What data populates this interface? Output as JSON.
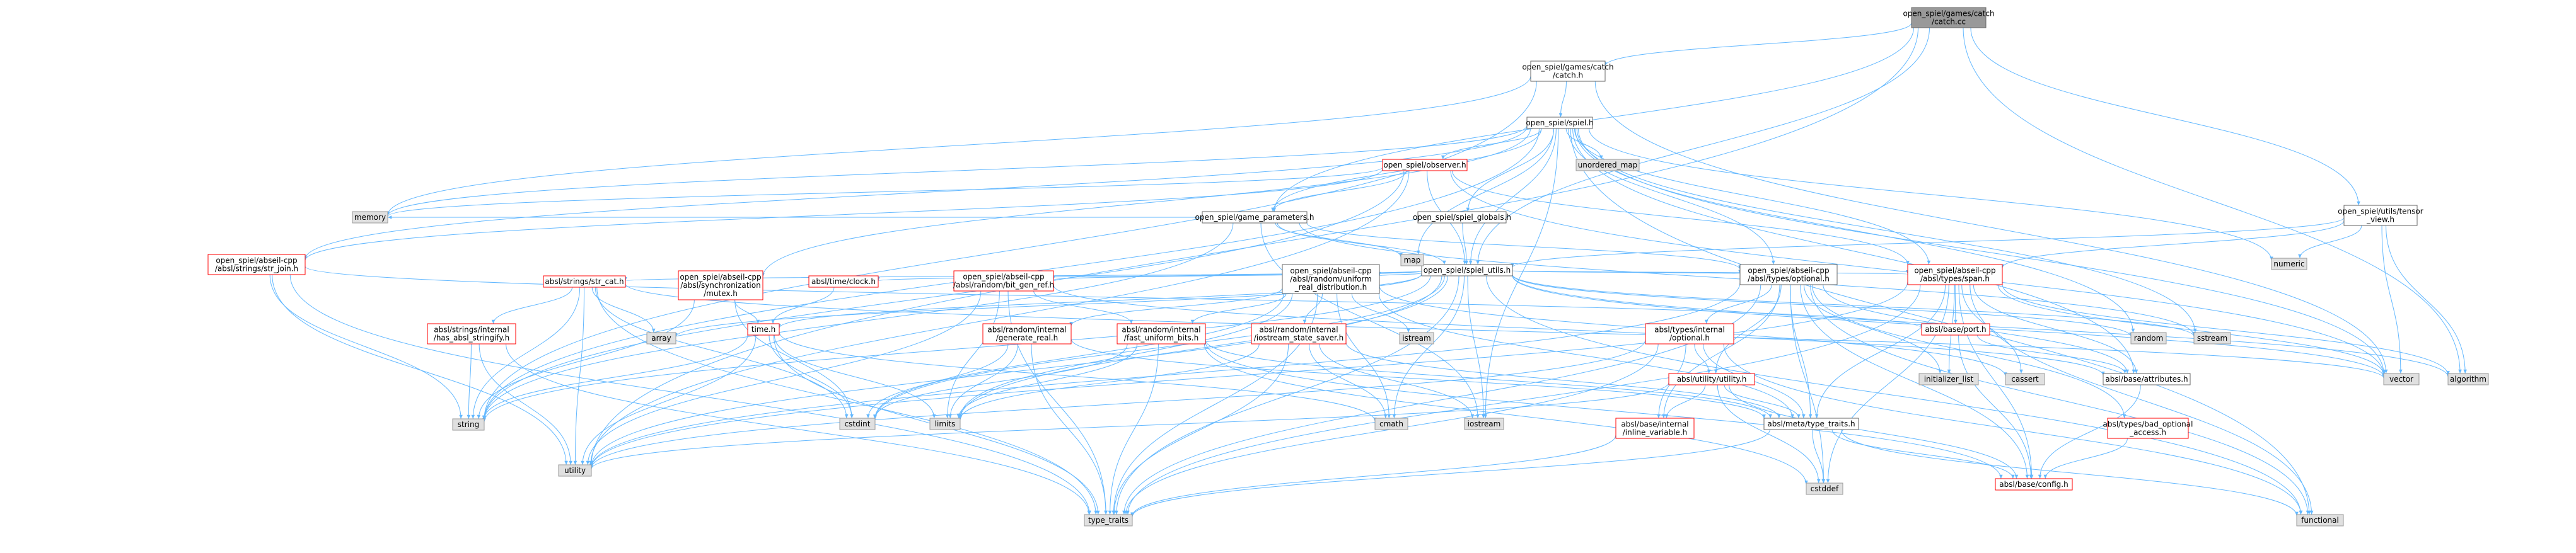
{
  "colors": {
    "edge": "#63b8ff",
    "root_fill": "#999999",
    "root_stroke": "#666666",
    "header_fill": "#ffffff",
    "header_stroke": "#666666",
    "incomplete_stroke": "#ff0000",
    "system_fill": "#e0e0e0",
    "system_stroke": "#999999"
  },
  "nodes": {
    "catch_cc": {
      "lines": [
        "open_spiel/games/catch",
        "/catch.cc"
      ],
      "kind": "root"
    },
    "catch_h": {
      "lines": [
        "open_spiel/games/catch",
        "/catch.h"
      ],
      "kind": "header"
    },
    "spiel_h": {
      "lines": [
        "open_spiel/spiel.h"
      ],
      "kind": "header"
    },
    "observer_h": {
      "lines": [
        "open_spiel/observer.h"
      ],
      "kind": "incomplete"
    },
    "game_parameters_h": {
      "lines": [
        "open_spiel/game_parameters.h"
      ],
      "kind": "header"
    },
    "spiel_globals_h": {
      "lines": [
        "open_spiel/spiel_globals.h"
      ],
      "kind": "header"
    },
    "spiel_utils_h": {
      "lines": [
        "open_spiel/spiel_utils.h"
      ],
      "kind": "header"
    },
    "tensor_view_h": {
      "lines": [
        "open_spiel/utils/tensor",
        "_view.h"
      ],
      "kind": "header"
    },
    "str_join_h": {
      "lines": [
        "open_spiel/abseil-cpp",
        "/absl/strings/str_join.h"
      ],
      "kind": "incomplete"
    },
    "str_cat_h": {
      "lines": [
        "absl/strings/str_cat.h"
      ],
      "kind": "incomplete"
    },
    "mutex_h": {
      "lines": [
        "open_spiel/abseil-cpp",
        "/absl/synchronization",
        "/mutex.h"
      ],
      "kind": "incomplete"
    },
    "clock_h": {
      "lines": [
        "absl/time/clock.h"
      ],
      "kind": "incomplete"
    },
    "bit_gen_ref_h": {
      "lines": [
        "open_spiel/abseil-cpp",
        "/absl/random/bit_gen_ref.h"
      ],
      "kind": "incomplete"
    },
    "uniform_real_h": {
      "lines": [
        "open_spiel/abseil-cpp",
        "/absl/random/uniform",
        "_real_distribution.h"
      ],
      "kind": "header"
    },
    "optional_h": {
      "lines": [
        "open_spiel/abseil-cpp",
        "/absl/types/optional.h"
      ],
      "kind": "header"
    },
    "span_h": {
      "lines": [
        "open_spiel/abseil-cpp",
        "/absl/types/span.h"
      ],
      "kind": "incomplete"
    },
    "has_absl_stringify_h": {
      "lines": [
        "absl/strings/internal",
        "/has_absl_stringify.h"
      ],
      "kind": "incomplete"
    },
    "time_h": {
      "lines": [
        "time.h"
      ],
      "kind": "incomplete"
    },
    "generate_real_h": {
      "lines": [
        "absl/random/internal",
        "/generate_real.h"
      ],
      "kind": "incomplete"
    },
    "fast_uniform_bits_h": {
      "lines": [
        "absl/random/internal",
        "/fast_uniform_bits.h"
      ],
      "kind": "incomplete"
    },
    "iostream_state_saver_h": {
      "lines": [
        "absl/random/internal",
        "/iostream_state_saver.h"
      ],
      "kind": "incomplete"
    },
    "types_internal_optional_h": {
      "lines": [
        "absl/types/internal",
        "/optional.h"
      ],
      "kind": "incomplete"
    },
    "utility_h": {
      "lines": [
        "absl/utility/utility.h"
      ],
      "kind": "incomplete"
    },
    "port_h": {
      "lines": [
        "absl/base/port.h"
      ],
      "kind": "incomplete"
    },
    "attributes_h": {
      "lines": [
        "absl/base/attributes.h"
      ],
      "kind": "header"
    },
    "inline_variable_h": {
      "lines": [
        "absl/base/internal",
        "/inline_variable.h"
      ],
      "kind": "incomplete"
    },
    "type_traits_h": {
      "lines": [
        "absl/meta/type_traits.h"
      ],
      "kind": "header"
    },
    "bad_optional_access_h": {
      "lines": [
        "absl/types/bad_optional",
        "_access.h"
      ],
      "kind": "incomplete"
    },
    "config_h": {
      "lines": [
        "absl/base/config.h"
      ],
      "kind": "incomplete"
    },
    "unordered_map": {
      "lines": [
        "unordered_map"
      ],
      "kind": "system"
    },
    "memory": {
      "lines": [
        "memory"
      ],
      "kind": "system"
    },
    "map": {
      "lines": [
        "map"
      ],
      "kind": "system"
    },
    "numeric": {
      "lines": [
        "numeric"
      ],
      "kind": "system"
    },
    "random": {
      "lines": [
        "random"
      ],
      "kind": "system"
    },
    "sstream": {
      "lines": [
        "sstream"
      ],
      "kind": "system"
    },
    "array": {
      "lines": [
        "array"
      ],
      "kind": "system"
    },
    "istream": {
      "lines": [
        "istream"
      ],
      "kind": "system"
    },
    "initializer_list": {
      "lines": [
        "initializer_list"
      ],
      "kind": "system"
    },
    "cassert": {
      "lines": [
        "cassert"
      ],
      "kind": "system"
    },
    "vector": {
      "lines": [
        "vector"
      ],
      "kind": "system"
    },
    "algorithm": {
      "lines": [
        "algorithm"
      ],
      "kind": "system"
    },
    "string": {
      "lines": [
        "string"
      ],
      "kind": "system"
    },
    "cstdint": {
      "lines": [
        "cstdint"
      ],
      "kind": "system"
    },
    "limits": {
      "lines": [
        "limits"
      ],
      "kind": "system"
    },
    "cmath": {
      "lines": [
        "cmath"
      ],
      "kind": "system"
    },
    "iostream": {
      "lines": [
        "iostream"
      ],
      "kind": "system"
    },
    "utility": {
      "lines": [
        "utility"
      ],
      "kind": "system"
    },
    "type_traits": {
      "lines": [
        "type_traits"
      ],
      "kind": "system"
    },
    "cstddef": {
      "lines": [
        "cstddef"
      ],
      "kind": "system"
    },
    "functional": {
      "lines": [
        "functional"
      ],
      "kind": "system"
    }
  }
}
